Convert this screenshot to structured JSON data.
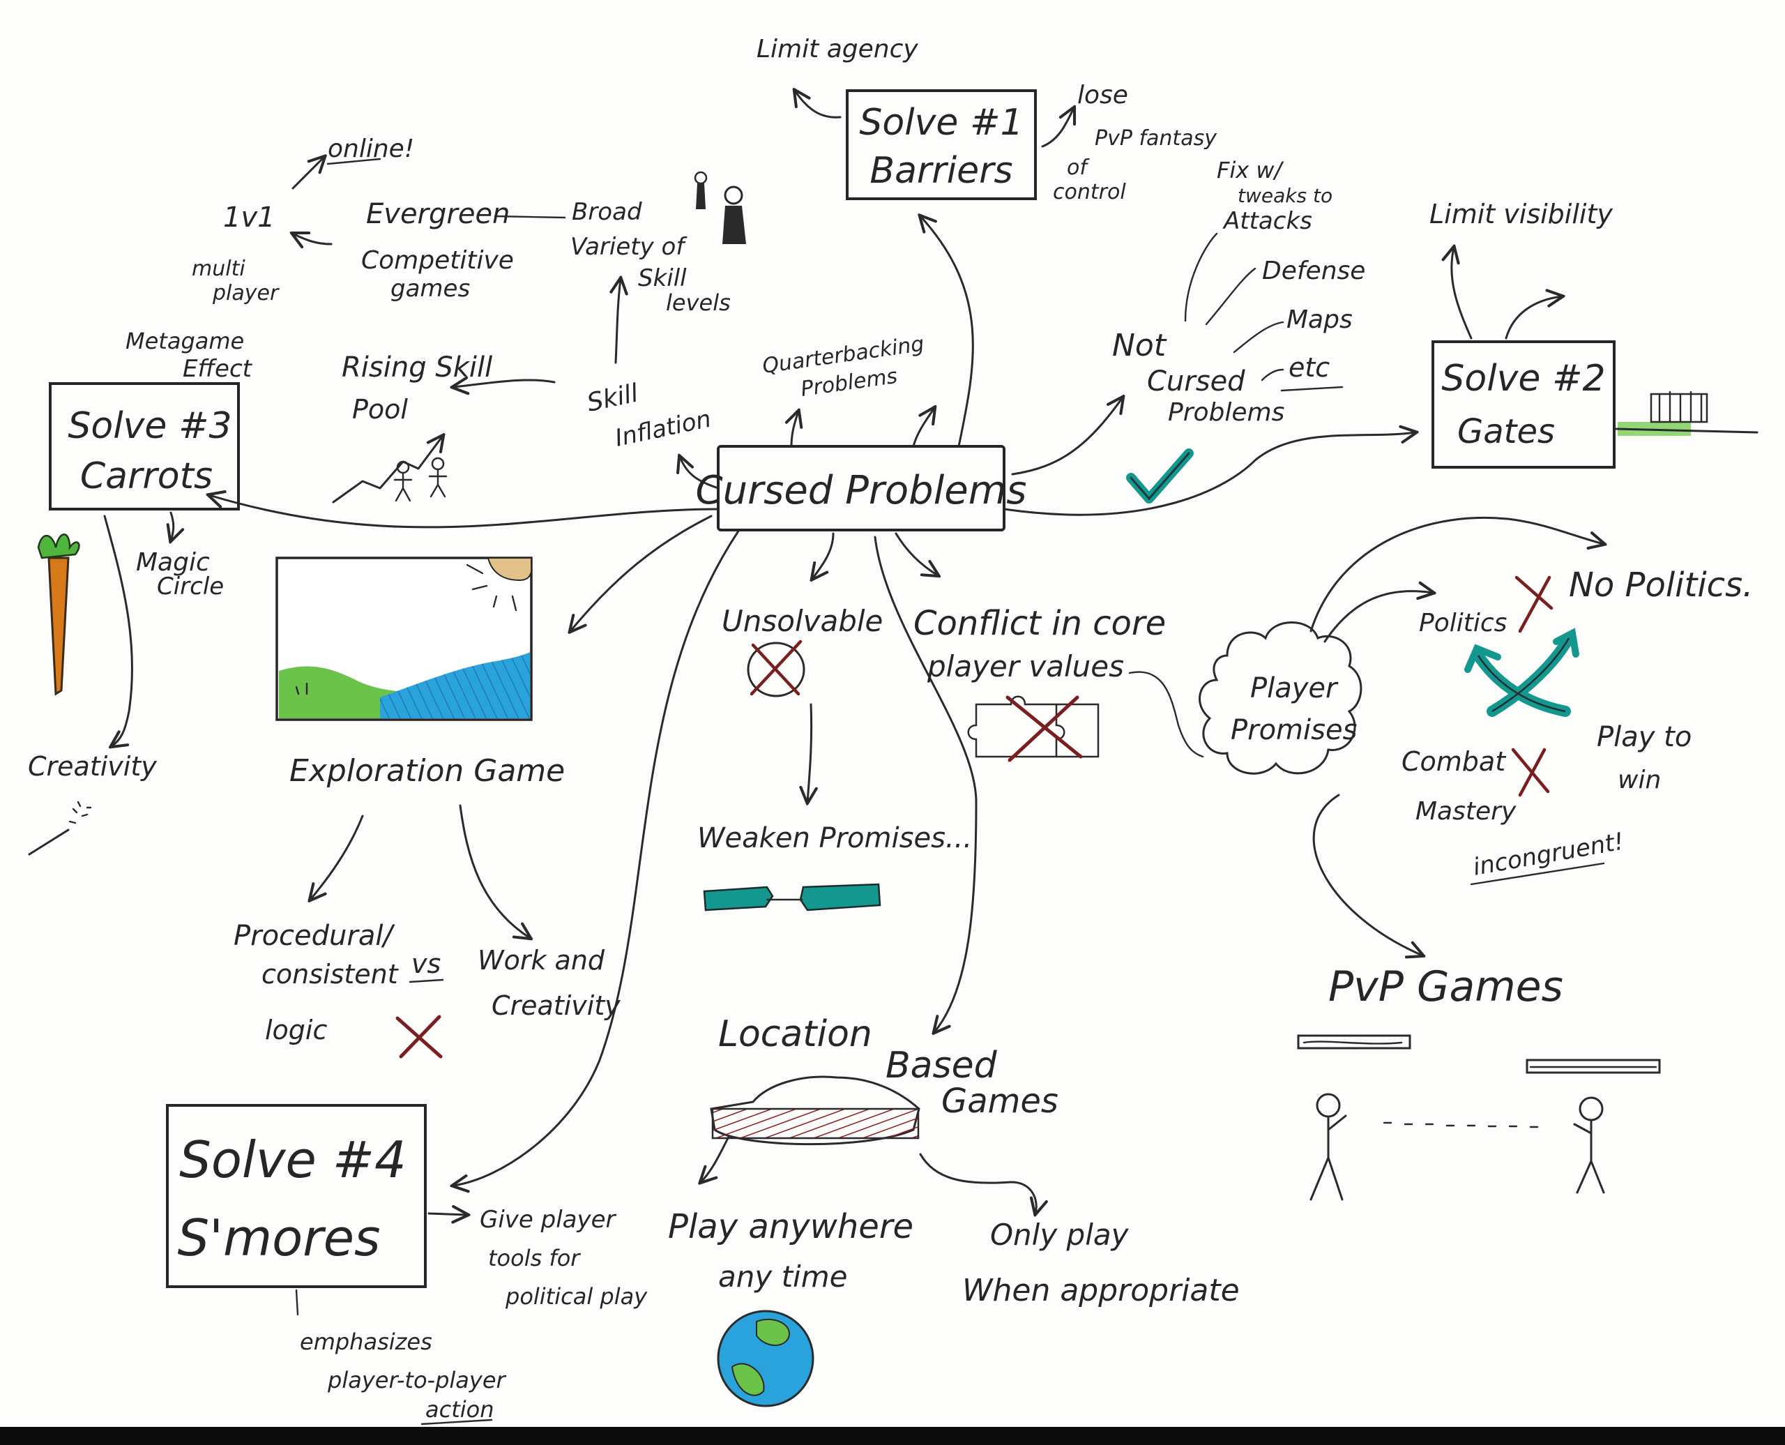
{
  "colors": {
    "ink": "#262626",
    "red_ink": "#7a1f1f",
    "teal": "#14978f",
    "green": "#7fd05a",
    "blue": "#2aa3dc",
    "orange": "#d97a1a",
    "paper": "#fdfdfc"
  },
  "center": {
    "label": "Cursed Problems"
  },
  "solves": {
    "barriers": {
      "title": "Solve #1",
      "subtitle": "Barriers",
      "limit": "Limit agency",
      "lose_lines": [
        "lose",
        "PvP fantasy",
        "of",
        "control"
      ]
    },
    "gates": {
      "title": "Solve #2",
      "subtitle": "Gates",
      "limit": "Limit visibility"
    },
    "carrots": {
      "title": "Solve #3",
      "subtitle": "Carrots",
      "magic": [
        "Magic",
        "Circle"
      ],
      "creativity": "Creativity",
      "metagame": [
        "Metagame",
        "Effect"
      ]
    },
    "smores": {
      "title": "Solve #4",
      "subtitle": "S'mores",
      "tools": [
        "Give player",
        "tools for",
        "political play"
      ],
      "emphasis": [
        "emphasizes",
        "player-to-player",
        "action"
      ]
    }
  },
  "not_cursed": {
    "label": [
      "Not",
      "Cursed",
      "Problems"
    ],
    "fixes": [
      "Fix w/",
      "tweaks to",
      "Attacks"
    ],
    "defense": "Defense",
    "maps": "Maps",
    "etc": "etc"
  },
  "evergreen": {
    "lvl": "1v1",
    "online": "online!",
    "multi": [
      "multi",
      "player"
    ],
    "label": [
      "Evergreen",
      "Competitive",
      "games"
    ],
    "broad": [
      "Broad",
      "Variety of",
      "Skill",
      "levels"
    ],
    "rising": [
      "Rising Skill",
      "Pool"
    ],
    "skill_inflation": [
      "Skill",
      "Inflation"
    ],
    "quarterbacking": [
      "Quarterbacking",
      "Problems"
    ]
  },
  "exploration": {
    "label": "Exploration Game",
    "procedural": [
      "Procedural/",
      "consistent",
      "logic"
    ],
    "vs": "vs",
    "work": [
      "Work and",
      "Creativity"
    ]
  },
  "unsolvable": {
    "label": "Unsolvable",
    "weaken": "Weaken Promises..."
  },
  "conflict": {
    "label": [
      "Conflict in core",
      "player values"
    ]
  },
  "promises": {
    "cloud": [
      "Player",
      "Promises"
    ],
    "politics": "Politics",
    "no_politics": "No Politics.",
    "combat": [
      "Combat",
      "Mastery"
    ],
    "play_to_win": [
      "Play to",
      "win"
    ],
    "incongruent": "incongruent!",
    "pvp": "PvP Games"
  },
  "location": {
    "label": [
      "Location",
      "Based",
      "Games"
    ],
    "anywhere": [
      "Play anywhere",
      "any time"
    ],
    "appropriate": [
      "Only play",
      "When appropriate"
    ]
  }
}
